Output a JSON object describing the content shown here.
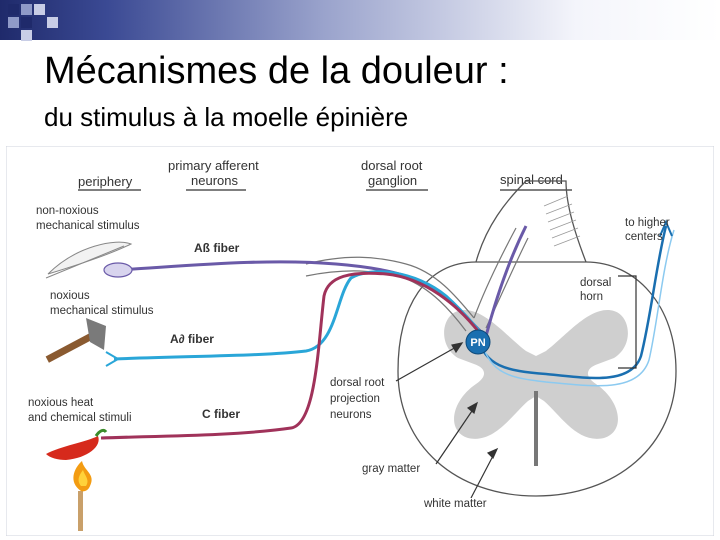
{
  "slide": {
    "title": "Mécanismes de la douleur :",
    "subtitle": "du stimulus à la moelle épinière"
  },
  "diagram": {
    "headers": {
      "periphery": "periphery",
      "primary_afferent_1": "primary afferent",
      "primary_afferent_2": "neurons",
      "drg_1": "dorsal root",
      "drg_2": "ganglion",
      "spinal_cord": "spinal cord"
    },
    "stimuli": {
      "non_noxious_1": "non-noxious",
      "non_noxious_2": "mechanical stimulus",
      "noxious_mech_1": "noxious",
      "noxious_mech_2": "mechanical stimulus",
      "noxious_heat_1": "noxious heat",
      "noxious_heat_2": "and chemical stimuli"
    },
    "fibers": {
      "ab": "Aß fiber",
      "ad": "A∂ fiber",
      "c": "C fiber"
    },
    "labels": {
      "higher_1": "to higher",
      "higher_2": "centers",
      "dorsal_horn_1": "dorsal",
      "dorsal_horn_2": "horn",
      "pn": "PN",
      "drpn_1": "dorsal root",
      "drpn_2": "projection",
      "drpn_3": "neurons",
      "gray_matter": "gray matter",
      "white_matter": "white matter"
    },
    "colors": {
      "ab_fiber": "#6a5aa8",
      "ad_fiber": "#2aa6d8",
      "c_fiber": "#a0325a",
      "projection": "#1a6fb0",
      "gray_matter": "#cfcfcf",
      "topbar": "#1f2a6b"
    }
  }
}
